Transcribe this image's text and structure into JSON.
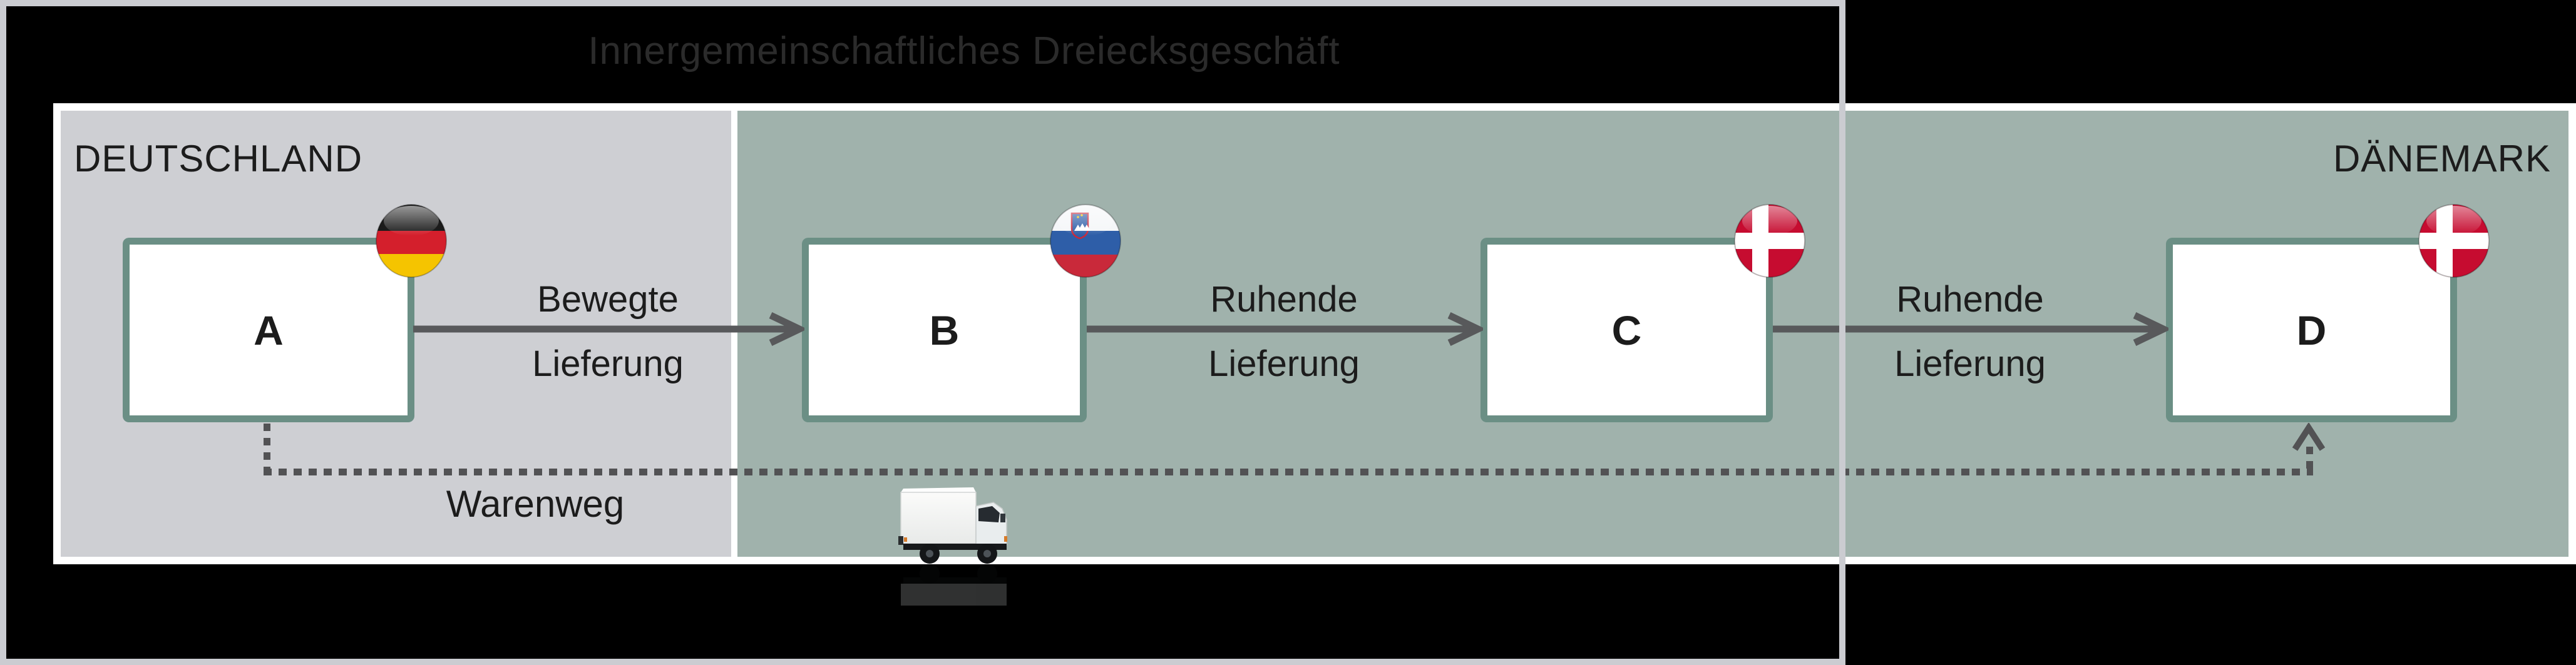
{
  "title": "Innergemeinschaftliches Dreiecksgeschäft",
  "regions": {
    "left_country": "DEUTSCHLAND",
    "right_country": "DÄNEMARK"
  },
  "boxes": [
    {
      "label": "A",
      "flag": "germany-flag"
    },
    {
      "label": "B",
      "flag": "slovenia-flag"
    },
    {
      "label": "C",
      "flag": "denmark-flag"
    },
    {
      "label": "D",
      "flag": "denmark-flag"
    }
  ],
  "arrows": [
    {
      "from": "A",
      "to": "B",
      "line1": "Bewegte",
      "line2": "Lieferung"
    },
    {
      "from": "B",
      "to": "C",
      "line1": "Ruhende",
      "line2": "Lieferung"
    },
    {
      "from": "C",
      "to": "D",
      "line1": "Ruhende",
      "line2": "Lieferung"
    }
  ],
  "goods_path": {
    "label": "Warenweg",
    "from": "A",
    "to": "D",
    "style": "dotted"
  },
  "icons": {
    "truck": "white-delivery-truck-icon",
    "flag_a": "germany-flag-icon",
    "flag_b": "slovenia-flag-icon",
    "flag_c": "denmark-flag-icon",
    "flag_d": "denmark-flag-icon"
  },
  "colors": {
    "background": "#000000",
    "frame_gray": "#cbccd1",
    "panel_gray": "#cecfd3",
    "panel_sage": "#a0b2ac",
    "box_border_teal": "#6b8f85",
    "box_fill": "#ffffff",
    "container_border": "#ffffff",
    "arrow_gray": "#58595b",
    "dotted_gray": "#525254",
    "title_text": "#2b2b2b",
    "label_text": "#1c1c1c",
    "germany_black": "#1b1b1b",
    "germany_red": "#d41f2c",
    "germany_gold": "#f5c400",
    "slovenia_white": "#f4f6f8",
    "slovenia_blue": "#2e5ea8",
    "slovenia_red": "#c9293a",
    "denmark_red": "#c60c30",
    "denmark_white": "#ffffff"
  }
}
